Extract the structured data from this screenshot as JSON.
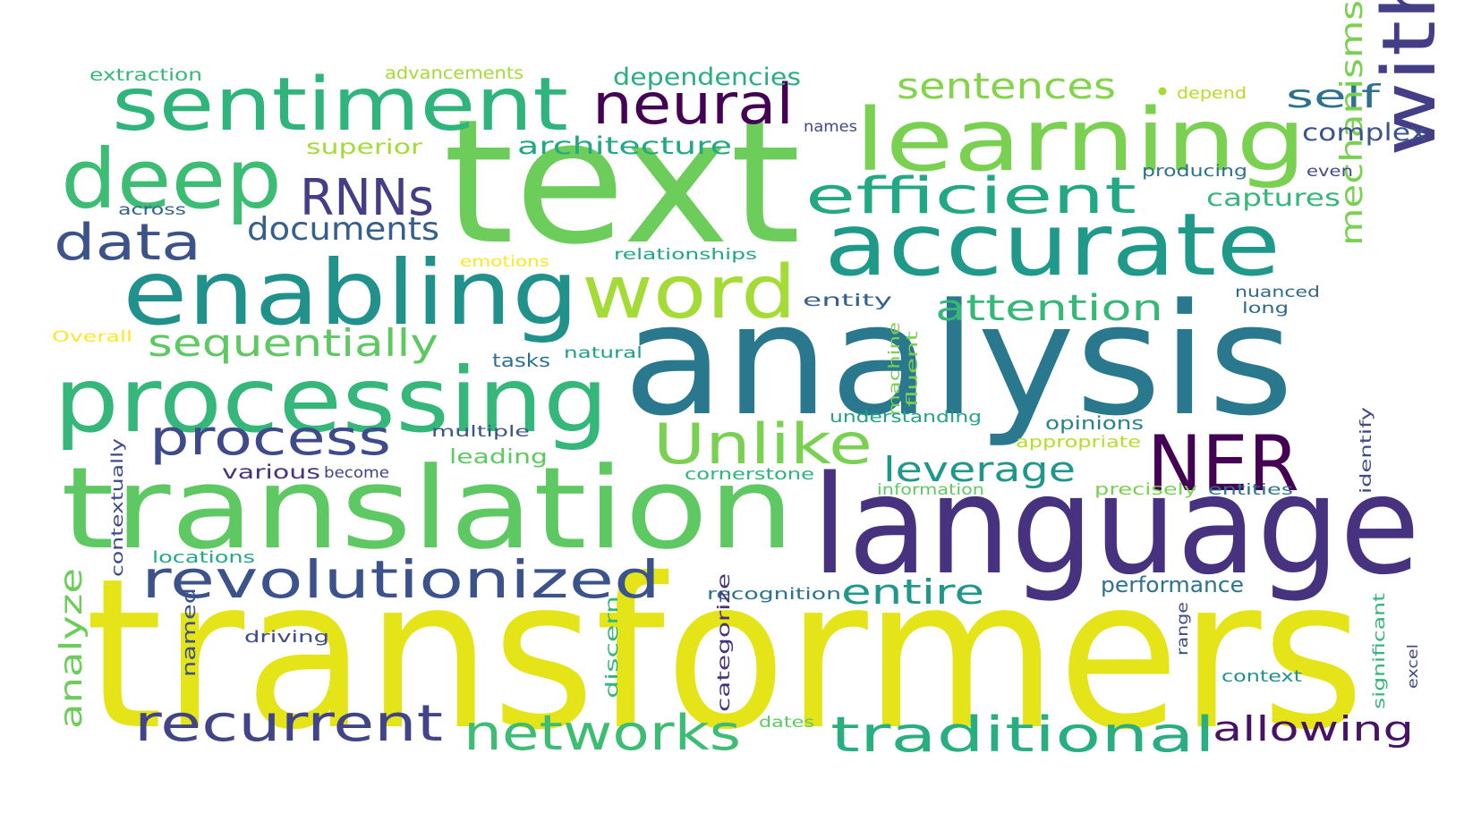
{
  "words": [
    {
      "text": "transformers",
      "color": "#e4e419"
    },
    {
      "text": "text",
      "color": "#6ccd5a"
    },
    {
      "text": "analysis",
      "color": "#2a788e"
    },
    {
      "text": "language",
      "color": "#46327e"
    },
    {
      "text": "translation",
      "color": "#5ec962"
    },
    {
      "text": "processing",
      "color": "#35b779"
    },
    {
      "text": "enabling",
      "color": "#21918c"
    },
    {
      "text": "learning",
      "color": "#7ad151"
    },
    {
      "text": "accurate",
      "color": "#1f9a8a"
    },
    {
      "text": "sentiment",
      "color": "#2fb47c"
    },
    {
      "text": "deep",
      "color": "#3dbc74"
    },
    {
      "text": "word",
      "color": "#a5db36"
    },
    {
      "text": "within",
      "color": "#433e85"
    },
    {
      "text": "NER",
      "color": "#440154"
    },
    {
      "text": "Unlike",
      "color": "#7ad151"
    },
    {
      "text": "revolutionized",
      "color": "#3b528b"
    },
    {
      "text": "recurrent",
      "color": "#414487"
    },
    {
      "text": "networks",
      "color": "#3dbc74"
    },
    {
      "text": "traditional",
      "color": "#29af7f"
    },
    {
      "text": "neural",
      "color": "#440154"
    },
    {
      "text": "efficient",
      "color": "#22a884"
    },
    {
      "text": "RNNs",
      "color": "#433e85"
    },
    {
      "text": "data",
      "color": "#3b528b"
    },
    {
      "text": "process",
      "color": "#3e4a89"
    },
    {
      "text": "sequentially",
      "color": "#5ec962"
    },
    {
      "text": "documents",
      "color": "#355f8d"
    },
    {
      "text": "attention",
      "color": "#37b878"
    },
    {
      "text": "leverage",
      "color": "#1f988b"
    },
    {
      "text": "entire",
      "color": "#1f988b"
    },
    {
      "text": "allowing",
      "color": "#471365"
    },
    {
      "text": "sentences",
      "color": "#84d44b"
    },
    {
      "text": "self",
      "color": "#2c728e"
    },
    {
      "text": "mechanisms",
      "color": "#7ad151"
    },
    {
      "text": "analyze",
      "color": "#6ccd5a"
    },
    {
      "text": "architecture",
      "color": "#22a884"
    },
    {
      "text": "dependencies",
      "color": "#29af7f"
    },
    {
      "text": "complex",
      "color": "#3b528b"
    },
    {
      "text": "captures",
      "color": "#35b779"
    },
    {
      "text": "performance",
      "color": "#2c728e"
    },
    {
      "text": "superior",
      "color": "#a5db36"
    },
    {
      "text": "extraction",
      "color": "#35b779"
    },
    {
      "text": "advancements",
      "color": "#a5db36"
    },
    {
      "text": "depend",
      "color": "#b5de2b"
    },
    {
      "text": "names",
      "color": "#3e4a89"
    },
    {
      "text": "producing",
      "color": "#2c728e"
    },
    {
      "text": "even",
      "color": "#3e4a89"
    },
    {
      "text": "across",
      "color": "#33638d"
    },
    {
      "text": "emotions",
      "color": "#fde725"
    },
    {
      "text": "relationships",
      "color": "#20a486"
    },
    {
      "text": "nuanced",
      "color": "#31688e"
    },
    {
      "text": "long",
      "color": "#31688e"
    },
    {
      "text": "entity",
      "color": "#355f8d"
    },
    {
      "text": "Overall",
      "color": "#fde725"
    },
    {
      "text": "tasks",
      "color": "#2c728e"
    },
    {
      "text": "natural",
      "color": "#1f9e89"
    },
    {
      "text": "machine",
      "color": "#7ad151"
    },
    {
      "text": "fluent",
      "color": "#7ad151"
    },
    {
      "text": "understanding",
      "color": "#20a486"
    },
    {
      "text": "opinions",
      "color": "#26828e"
    },
    {
      "text": "appropriate",
      "color": "#b5de2b"
    },
    {
      "text": "multiple",
      "color": "#3b528b"
    },
    {
      "text": "leading",
      "color": "#5ec962"
    },
    {
      "text": "various",
      "color": "#46327e"
    },
    {
      "text": "become",
      "color": "#414487"
    },
    {
      "text": "cornerstone",
      "color": "#2fb47c"
    },
    {
      "text": "information",
      "color": "#5ec962"
    },
    {
      "text": "precisely",
      "color": "#7ad151"
    },
    {
      "text": "entities",
      "color": "#2c728e"
    },
    {
      "text": "identify",
      "color": "#3e4a89"
    },
    {
      "text": "contextually",
      "color": "#3e4a89"
    },
    {
      "text": "locations",
      "color": "#22a884"
    },
    {
      "text": "recognition",
      "color": "#2c728e"
    },
    {
      "text": "named",
      "color": "#3b528b"
    },
    {
      "text": "driving",
      "color": "#3e4a89"
    },
    {
      "text": "discern",
      "color": "#35b779"
    },
    {
      "text": "categorize",
      "color": "#46327e"
    },
    {
      "text": "range",
      "color": "#3e4a89"
    },
    {
      "text": "significant",
      "color": "#35b779"
    },
    {
      "text": "excel",
      "color": "#3e4a89"
    },
    {
      "text": "context",
      "color": "#21918c"
    },
    {
      "text": "dates",
      "color": "#5ec962"
    }
  ]
}
